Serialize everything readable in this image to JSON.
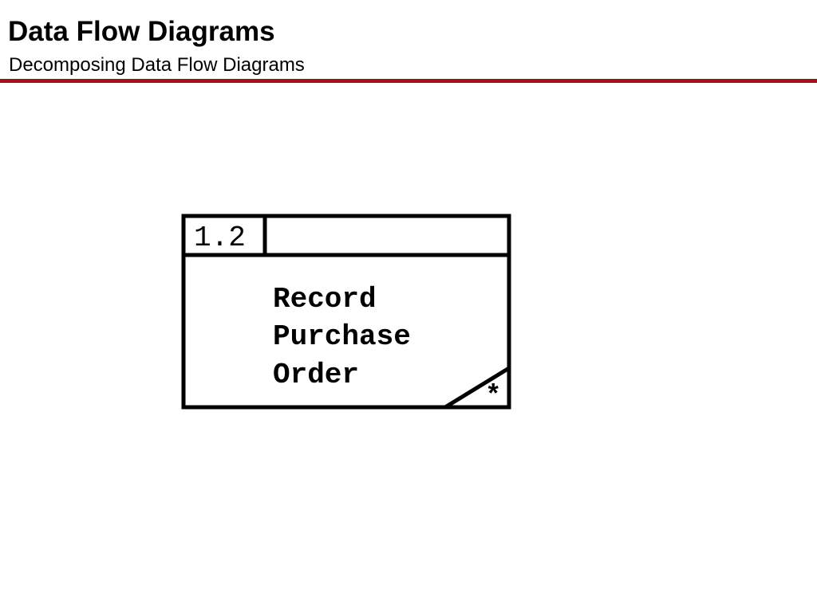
{
  "header": {
    "title": "Data Flow Diagrams",
    "subtitle": "Decomposing Data Flow Diagrams",
    "rule_color": "#a50f15"
  },
  "process": {
    "id": "1.2",
    "location": "",
    "name_lines": [
      "Record",
      "Purchase",
      "Order"
    ],
    "duplicate_marker": "*"
  }
}
